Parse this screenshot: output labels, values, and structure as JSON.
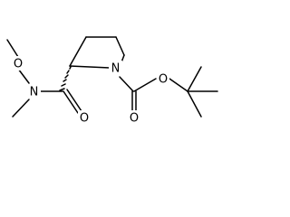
{
  "molecule": {
    "atoms": {
      "o_methoxy": "O",
      "n_amide": "N",
      "o_amide_carbonyl": "O",
      "n_ring": "N",
      "o_carbamate_carbonyl": "O",
      "o_ester": "O"
    },
    "colors": {
      "bond": "#000000",
      "label": "#000000",
      "background": "#ffffff"
    }
  }
}
